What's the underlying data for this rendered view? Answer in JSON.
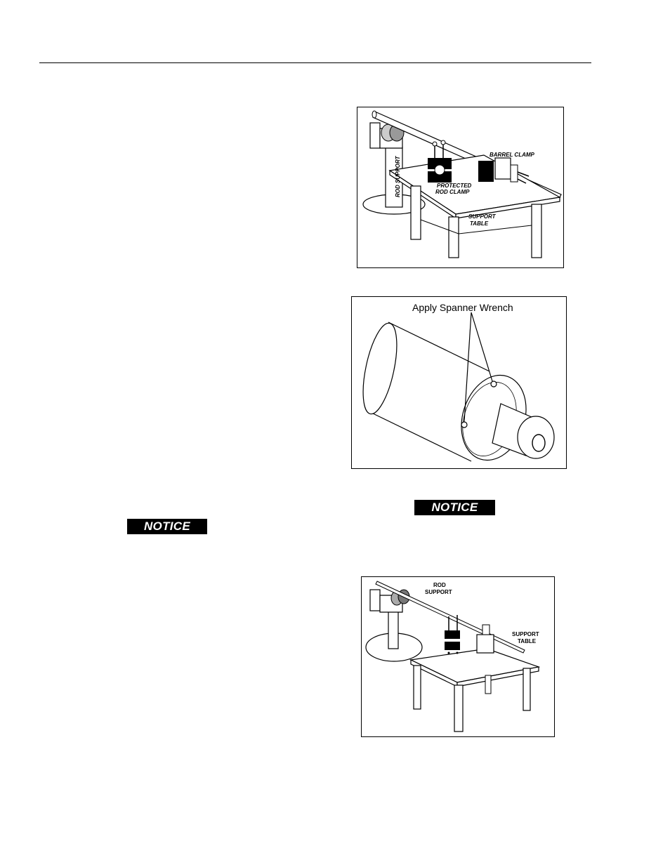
{
  "figures": {
    "fig1": {
      "rod_support": "ROD SUPPORT",
      "barrel_clamp": "BARREL CLAMP",
      "protected_line1": "PROTECTED",
      "protected_line2": "ROD CLAMP",
      "support_line1": "SUPPORT",
      "support_line2": "TABLE"
    },
    "fig2": {
      "caption": "Apply Spanner Wrench"
    },
    "fig3": {
      "rod_line1": "ROD",
      "rod_line2": "SUPPORT",
      "support_line1": "SUPPORT",
      "support_line2": "TABLE"
    }
  },
  "notices": {
    "right": "NOTICE",
    "left": "NOTICE"
  }
}
